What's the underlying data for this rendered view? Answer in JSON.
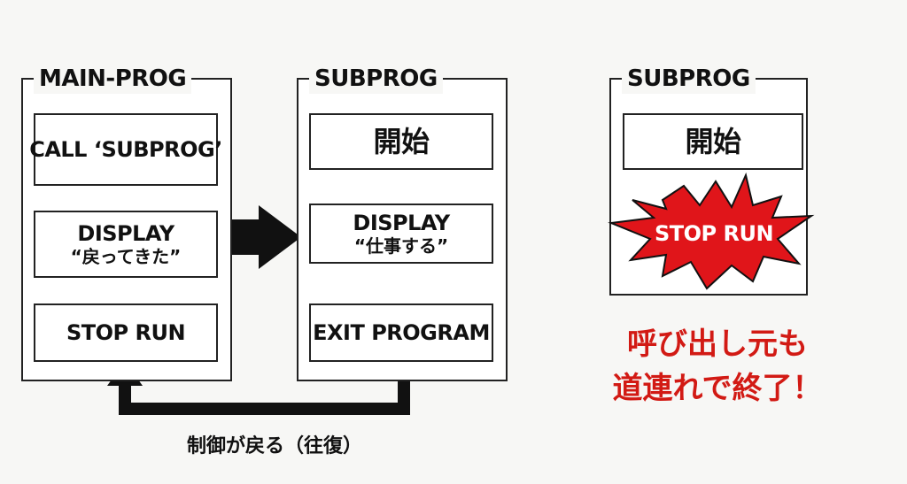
{
  "colors": {
    "burst_fill": "#e0151a",
    "warning_text": "#d21a14",
    "arrow": "#111111",
    "border": "#222222"
  },
  "main_prog": {
    "title": "MAIN-PROG",
    "steps": [
      {
        "line1": "CALL ‘SUBPROG’",
        "line2": ""
      },
      {
        "line1": "DISPLAY",
        "line2": "“戻ってきた”"
      },
      {
        "line1": "STOP RUN",
        "line2": ""
      }
    ]
  },
  "subprog_normal": {
    "title": "SUBPROG",
    "steps": [
      {
        "line1": "開始",
        "line2": ""
      },
      {
        "line1": "DISPLAY",
        "line2": "“仕事する”"
      },
      {
        "line1": "EXIT PROGRAM",
        "line2": ""
      }
    ]
  },
  "return_label": "制御が戻る（往復）",
  "subprog_stop": {
    "title": "SUBPROG",
    "start_step": "開始",
    "burst_label": "STOP RUN",
    "warning_line1": "呼び出し元も",
    "warning_line2": "道連れで終了！"
  }
}
